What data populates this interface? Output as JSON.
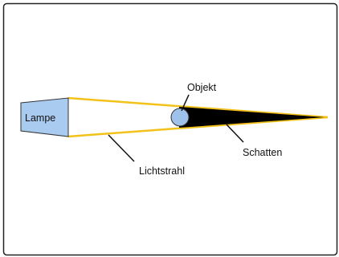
{
  "labels": {
    "lamp": "Lampe",
    "object": "Objekt",
    "shadow": "Schatten",
    "light_ray": "Lichtstrahl"
  },
  "colors": {
    "frame": "#222222",
    "lamp_fill": "#a9cbef",
    "lamp_stroke": "#333333",
    "ray": "#f2c21b",
    "shadow": "#000000",
    "object_fill": "#9ec2ea",
    "leader": "#111111"
  }
}
